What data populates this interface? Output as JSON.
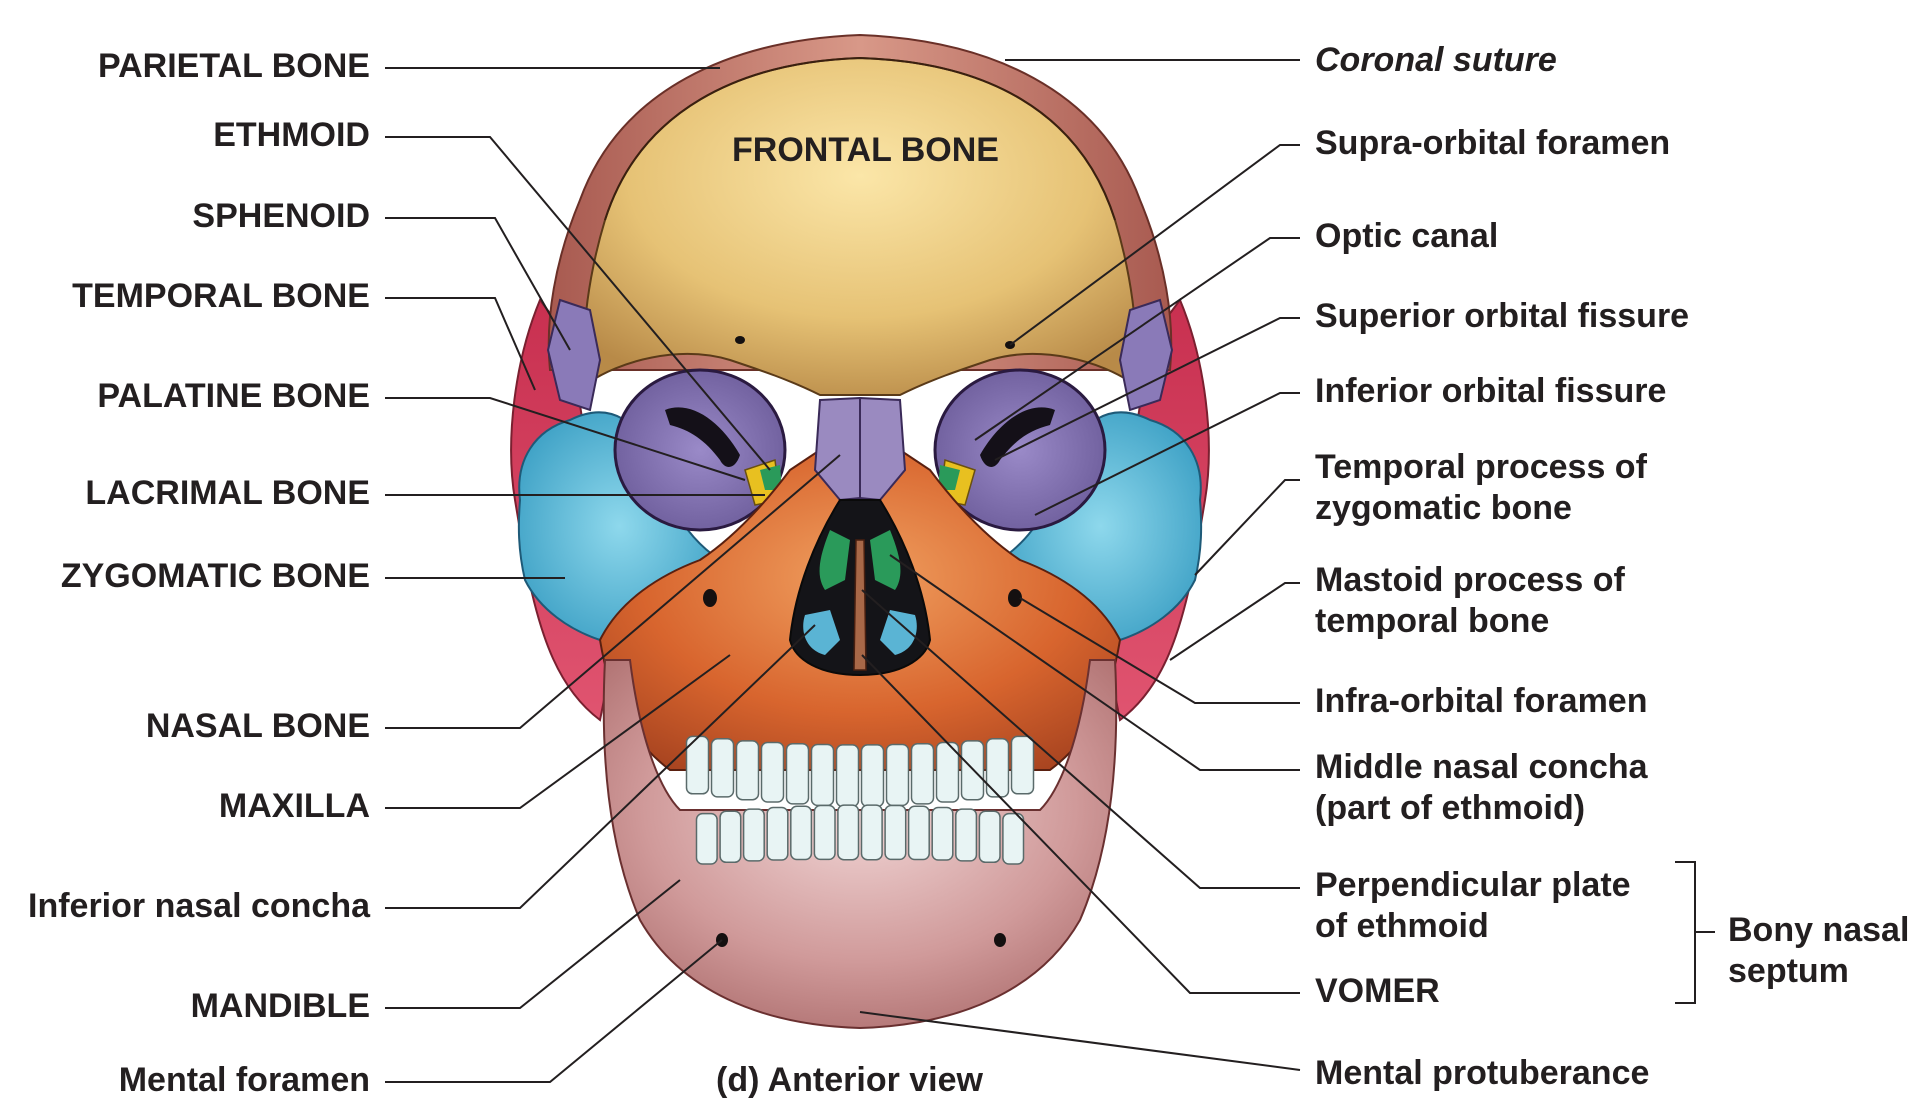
{
  "diagram": {
    "caption": "(d) Anterior view",
    "center_label": "FRONTAL BONE",
    "left_labels": [
      {
        "id": "parietal",
        "text": "PARIETAL BONE"
      },
      {
        "id": "ethmoid",
        "text": "ETHMOID"
      },
      {
        "id": "sphenoid",
        "text": "SPHENOID"
      },
      {
        "id": "temporal",
        "text": "TEMPORAL BONE"
      },
      {
        "id": "palatine",
        "text": "PALATINE BONE"
      },
      {
        "id": "lacrimal",
        "text": "LACRIMAL BONE"
      },
      {
        "id": "zygomatic",
        "text": "ZYGOMATIC BONE"
      },
      {
        "id": "nasal",
        "text": "NASAL BONE"
      },
      {
        "id": "maxilla",
        "text": "MAXILLA"
      },
      {
        "id": "inferior-nasal-concha",
        "text": "Inferior nasal concha"
      },
      {
        "id": "mandible",
        "text": "MANDIBLE"
      },
      {
        "id": "mental-foramen",
        "text": "Mental foramen"
      }
    ],
    "right_labels": [
      {
        "id": "coronal-suture",
        "text": "Coronal suture",
        "italic": true
      },
      {
        "id": "supra-orbital-foramen",
        "text": "Supra-orbital foramen"
      },
      {
        "id": "optic-canal",
        "text": "Optic canal"
      },
      {
        "id": "superior-orbital-fissure",
        "text": "Superior orbital fissure"
      },
      {
        "id": "inferior-orbital-fissure",
        "text": "Inferior orbital fissure"
      },
      {
        "id": "temporal-process",
        "text": "Temporal process of",
        "line2": "zygomatic bone"
      },
      {
        "id": "mastoid-process",
        "text": "Mastoid process of",
        "line2": "temporal bone"
      },
      {
        "id": "infra-orbital-foramen",
        "text": "Infra-orbital foramen"
      },
      {
        "id": "middle-nasal-concha",
        "text": "Middle nasal concha",
        "line2": "(part of ethmoid)"
      },
      {
        "id": "perpendicular-plate",
        "text": "Perpendicular plate",
        "line2": "of ethmoid"
      },
      {
        "id": "vomer",
        "text": "VOMER"
      },
      {
        "id": "mental-protuberance",
        "text": "Mental protuberance"
      }
    ],
    "bracket_label": {
      "line1": "Bony nasal",
      "line2": "septum"
    },
    "colors": {
      "frontal": "#e8c878",
      "parietal": "#c87a6a",
      "temporal": "#d8405a",
      "sphenoid": "#8a7ab8",
      "zygomatic": "#4ab0d0",
      "maxilla": "#d86830",
      "nasal": "#9a8ac0",
      "ethmoid_green": "#2a9a5a",
      "lacrimal": "#e8c020",
      "mandible": "#c88080",
      "teeth": "#e8f4f4",
      "leader": "#231f20"
    }
  }
}
